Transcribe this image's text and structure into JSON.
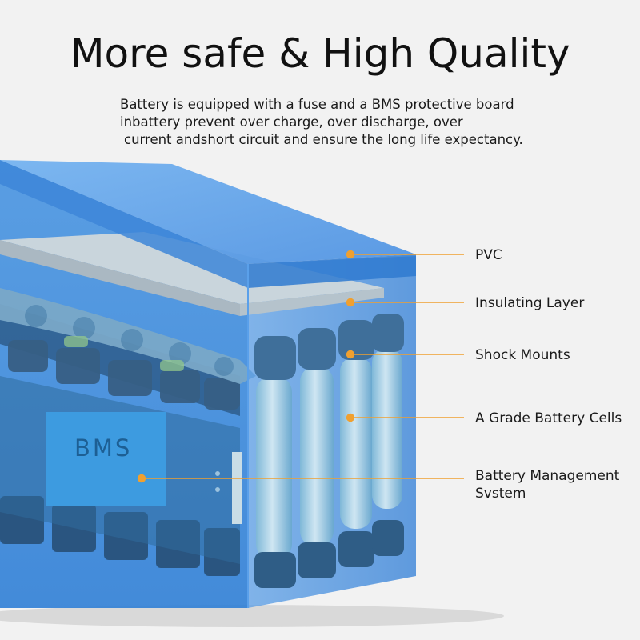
{
  "title": "More safe & High Quality",
  "description": {
    "line1": "Battery is equipped with a fuse and a BMS protective board",
    "line2": "inbattery prevent over charge, over discharge, over",
    "line3": "current andshort circuit and ensure the long life expectancy."
  },
  "diagram": {
    "bms_label": "BMS",
    "callouts": [
      {
        "id": "pvc",
        "text": "PVC"
      },
      {
        "id": "insulating-layer",
        "text": "Insulating Layer"
      },
      {
        "id": "shock-mounts",
        "text": "Shock Mounts"
      },
      {
        "id": "battery-cells",
        "text": "A Grade Battery Cells"
      },
      {
        "id": "bms-line1",
        "text": "Battery Management"
      },
      {
        "id": "bms-line2",
        "text": "Svstem"
      }
    ],
    "colors": {
      "pvc_shell": "#4a90e2",
      "callout_line": "#f0a030",
      "bms_board": "#3a9ad9"
    }
  }
}
